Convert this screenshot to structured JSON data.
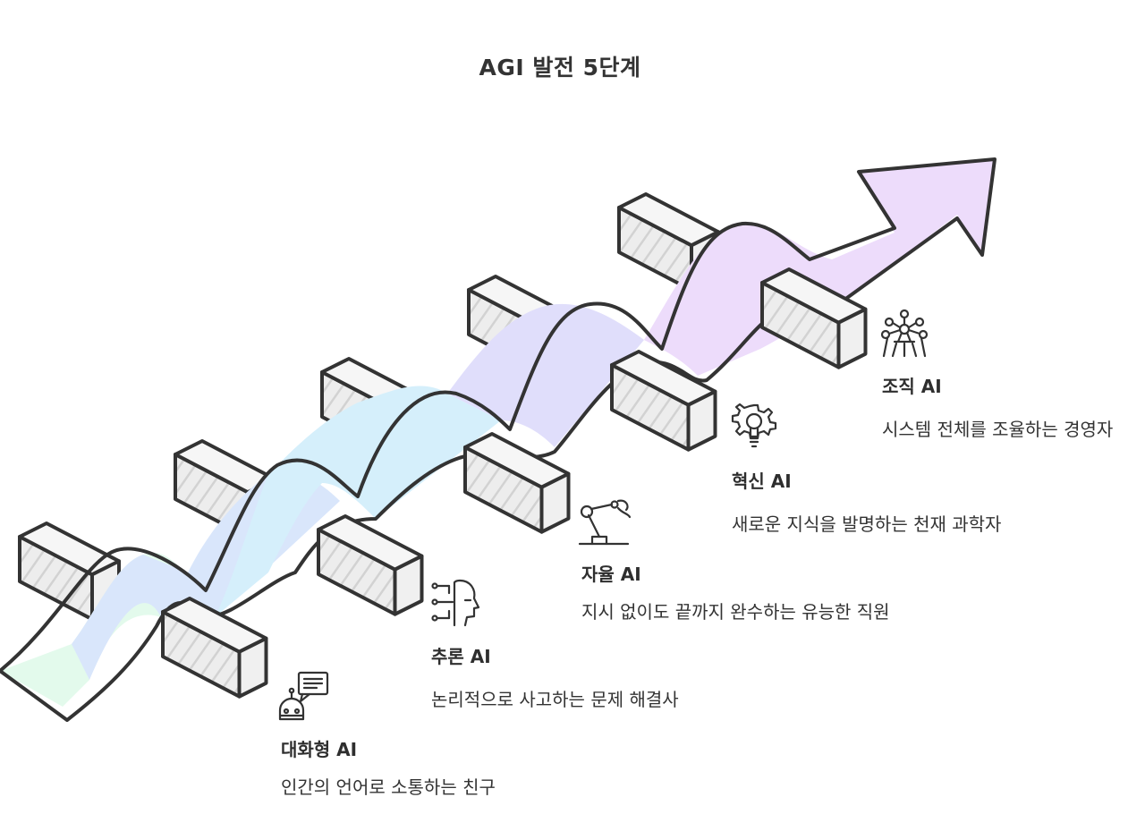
{
  "title": "AGI 발전 5단계",
  "stages": [
    {
      "name": "대화형 AI",
      "description": "인간의 언어로 소통하는 친구",
      "icon": "chatbot-icon",
      "color": "#e3faec"
    },
    {
      "name": "추론 AI",
      "description": "논리적으로 사고하는 문제 해결사",
      "icon": "head-thinking-icon",
      "color": "#d9e6fb"
    },
    {
      "name": "자율 AI",
      "description": "지시 없이도 끝까지 완수하는 유능한 직원",
      "icon": "robot-arm-icon",
      "color": "#d5effb"
    },
    {
      "name": "혁신 AI",
      "description": "새로운 지식을 발명하는 천재 과학자",
      "icon": "gear-bulb-icon",
      "color": "#e0defb"
    },
    {
      "name": "조직 AI",
      "description": "시스템 전체를 조율하는 경영자",
      "icon": "network-icon",
      "color": "#eddcfb"
    }
  ]
}
